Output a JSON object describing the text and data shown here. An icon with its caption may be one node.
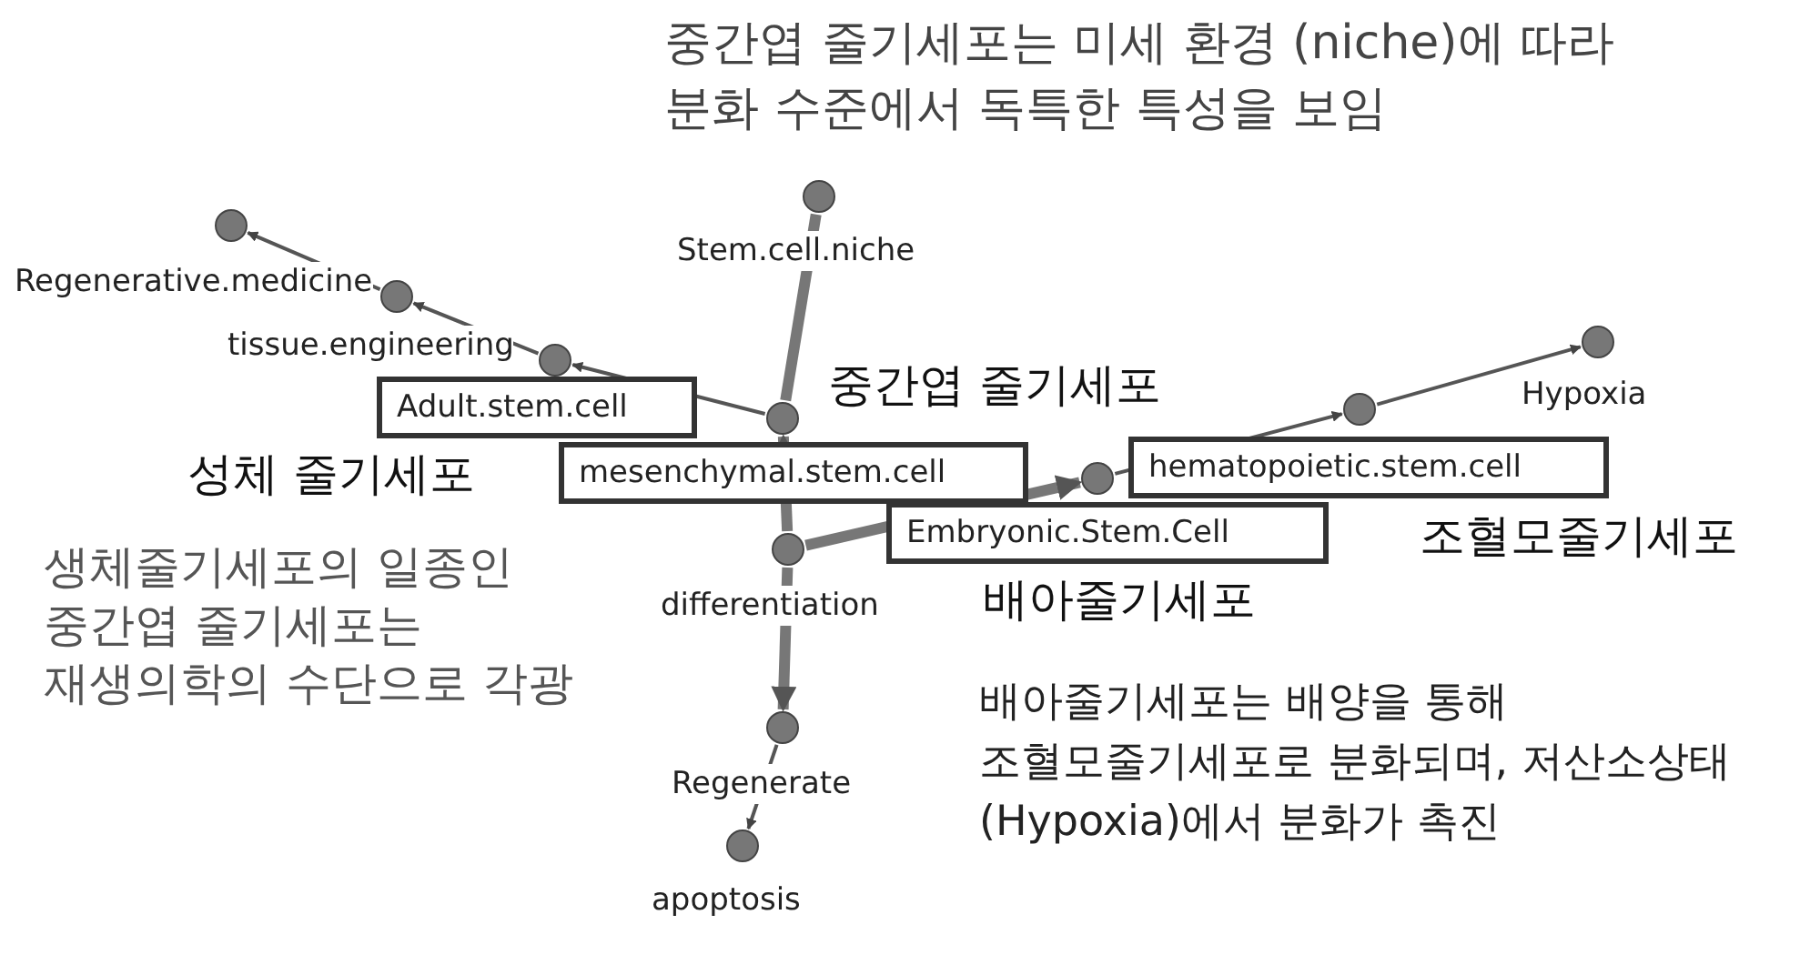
{
  "diagram": {
    "nodes": [
      {
        "text": [],
        "shape": "circle"
      },
      {
        "text": [],
        "shape": "circle",
        "beside": [
          "Regenerative.medicine"
        ]
      },
      {
        "text": [],
        "shape": "circle",
        "beside": [
          "tissue.engineering"
        ]
      },
      {
        "text": [],
        "shape": "circle",
        "beside": [
          "Stem.cell.niche"
        ]
      },
      {
        "text": [],
        "shape": "circle",
        "beside": [
          "mesenchymal.stem.cell"
        ]
      },
      {
        "text": [],
        "shape": "circle",
        "beside": [
          "differentiation"
        ]
      },
      {
        "text": [],
        "shape": "circle",
        "beside": [
          "Embryonic.Stem.Cell"
        ]
      },
      {
        "text": [],
        "shape": "circle",
        "beside": [
          "hematopoietic.stem.cell"
        ]
      },
      {
        "text": [],
        "shape": "circle",
        "beside": [
          "Hypoxia"
        ]
      },
      {
        "text": [],
        "shape": "circle",
        "beside": [
          "Regenerate"
        ]
      },
      {
        "text": [],
        "shape": "circle",
        "beside": [
          "apoptosis"
        ]
      }
    ],
    "edges": [
      {
        "from": 4,
        "to": 2,
        "arrow": "to"
      },
      {
        "from": 2,
        "to": 1,
        "arrow": "to"
      },
      {
        "from": 1,
        "to": 0,
        "arrow": "to"
      },
      {
        "from": 3,
        "to": 4,
        "arrow": "none",
        "style": "thick"
      },
      {
        "from": 5,
        "to": 4,
        "arrow": "to",
        "style": "thick"
      },
      {
        "from": 5,
        "to": 6,
        "arrow": "to",
        "style": "thick"
      },
      {
        "from": 6,
        "to": 7,
        "arrow": "to"
      },
      {
        "from": 7,
        "to": 8,
        "arrow": "to"
      },
      {
        "from": 5,
        "to": 9,
        "arrow": "to",
        "style": "thick"
      },
      {
        "from": 9,
        "to": 10,
        "arrow": "to"
      }
    ],
    "labels": [
      "중간엽 줄기세포는 미세 환경 (niche)에 따라 분화 수준에서 독특한 특성을 보임",
      "Adult.stem.cell",
      "중간엽 줄기세포",
      "성체 줄기세포",
      "조혈모줄기세포",
      "배아줄기세포",
      "생체줄기세포의 일종인 중간엽 줄기세포는 재생의학의 수단으로 각광",
      "배아줄기세포는 배양을 통해 조혈모줄기세포로 분화되며, 저산소상태(Hypoxia)에서 분화가 촉진"
    ]
  }
}
